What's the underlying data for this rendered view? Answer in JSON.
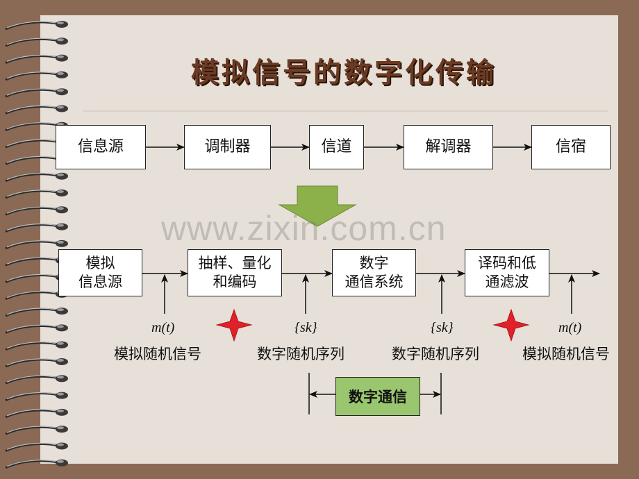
{
  "title": "模拟信号的数字化传输",
  "watermark": "www.zixin.com.cn",
  "row1": [
    "信息源",
    "调制器",
    "信道",
    "解调器",
    "信宿"
  ],
  "row2": [
    {
      "l1": "模拟",
      "l2": "信息源"
    },
    {
      "l1": "抽样、量化",
      "l2": "和编码"
    },
    {
      "l1": "数字",
      "l2": "通信系统"
    },
    {
      "l1": "译码和低",
      "l2": "通滤波"
    }
  ],
  "signals": {
    "s1_math": "m(t)",
    "s1_label": "模拟随机信号",
    "s2_math": "{sk}",
    "s2_label": "数字随机序列",
    "s3_math": "{sk}",
    "s3_label": "数字随机序列",
    "s4_math": "m(t)",
    "s4_label": "模拟随机信号"
  },
  "digital_comm": "数字通信",
  "colors": {
    "background": "#8b6a55",
    "slide": "#e6e0d8",
    "title": "#6b3a22",
    "down_arrow": "#8cb04a",
    "star": "#e0202a",
    "green_box": "#99c66e"
  }
}
